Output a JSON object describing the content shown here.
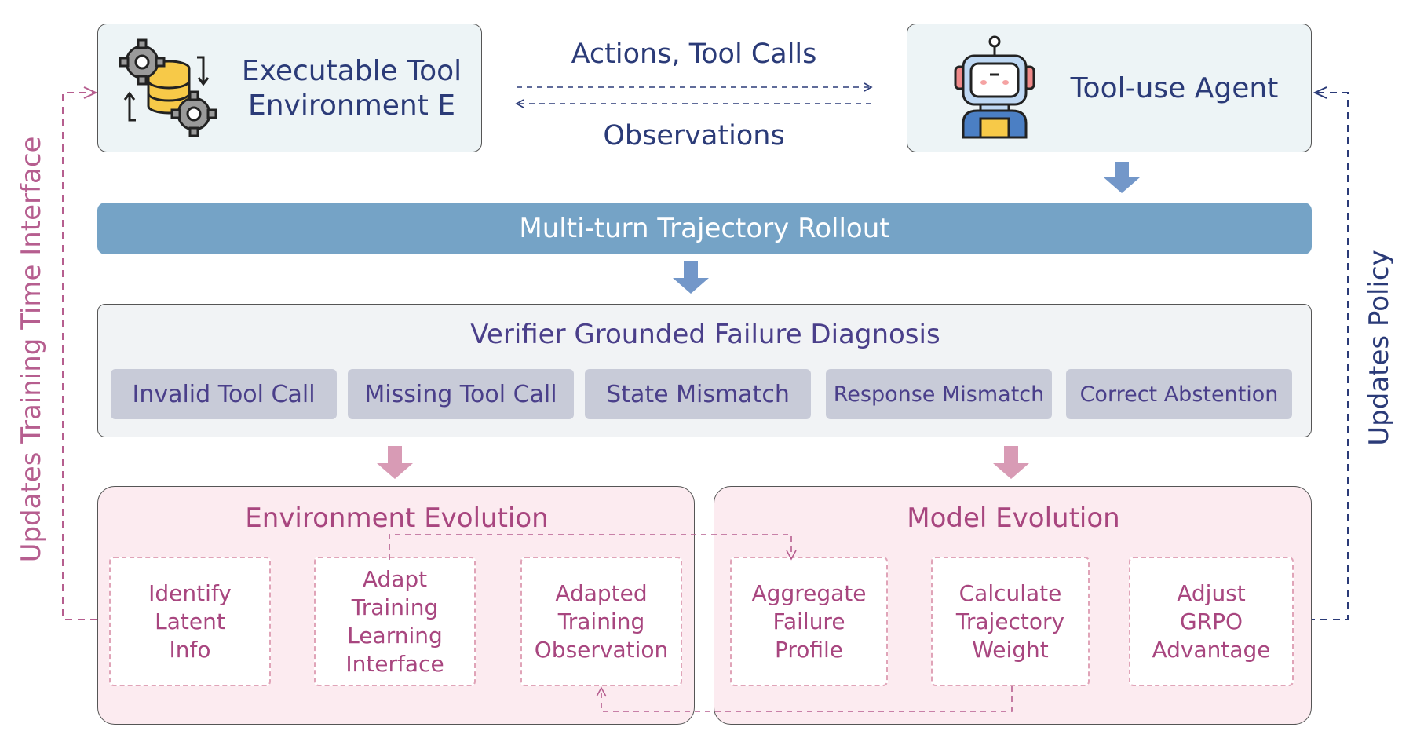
{
  "env_box": {
    "label": "Executable Tool Environment E",
    "icon": "gears-database-icon"
  },
  "agent_box": {
    "label": "Tool-use Agent",
    "icon": "robot-icon"
  },
  "arrows": {
    "actions": "Actions, Tool Calls",
    "observations": "Observations"
  },
  "rollout": {
    "label": "Multi-turn Trajectory Rollout"
  },
  "diagnosis": {
    "title": "Verifier Grounded Failure Diagnosis",
    "categories": [
      "Invalid Tool Call",
      "Missing Tool Call",
      "State Mismatch",
      "Response Mismatch",
      "Correct Abstention"
    ]
  },
  "env_evolution": {
    "title": "Environment Evolution",
    "steps": [
      "Identify Latent Info",
      "Adapt Training Learning Interface",
      "Adapted Training Observation"
    ]
  },
  "model_evolution": {
    "title": "Model Evolution",
    "steps": [
      "Aggregate Failure Profile",
      "Calculate Trajectory Weight",
      "Adjust GRPO Advantage"
    ]
  },
  "side_labels": {
    "left": "Updates Training Time Interface",
    "right": "Updates Policy"
  },
  "colors": {
    "navy": "#2b3b78",
    "rollout_bar": "#75a3c6",
    "blue_arrow": "#7397c9",
    "pink_arrow": "#d89bb5",
    "pink_text": "#a8467f",
    "yellow_arrow": "#f9d54a",
    "left_feedback": "#b65e8f",
    "right_feedback": "#2b3b78"
  }
}
